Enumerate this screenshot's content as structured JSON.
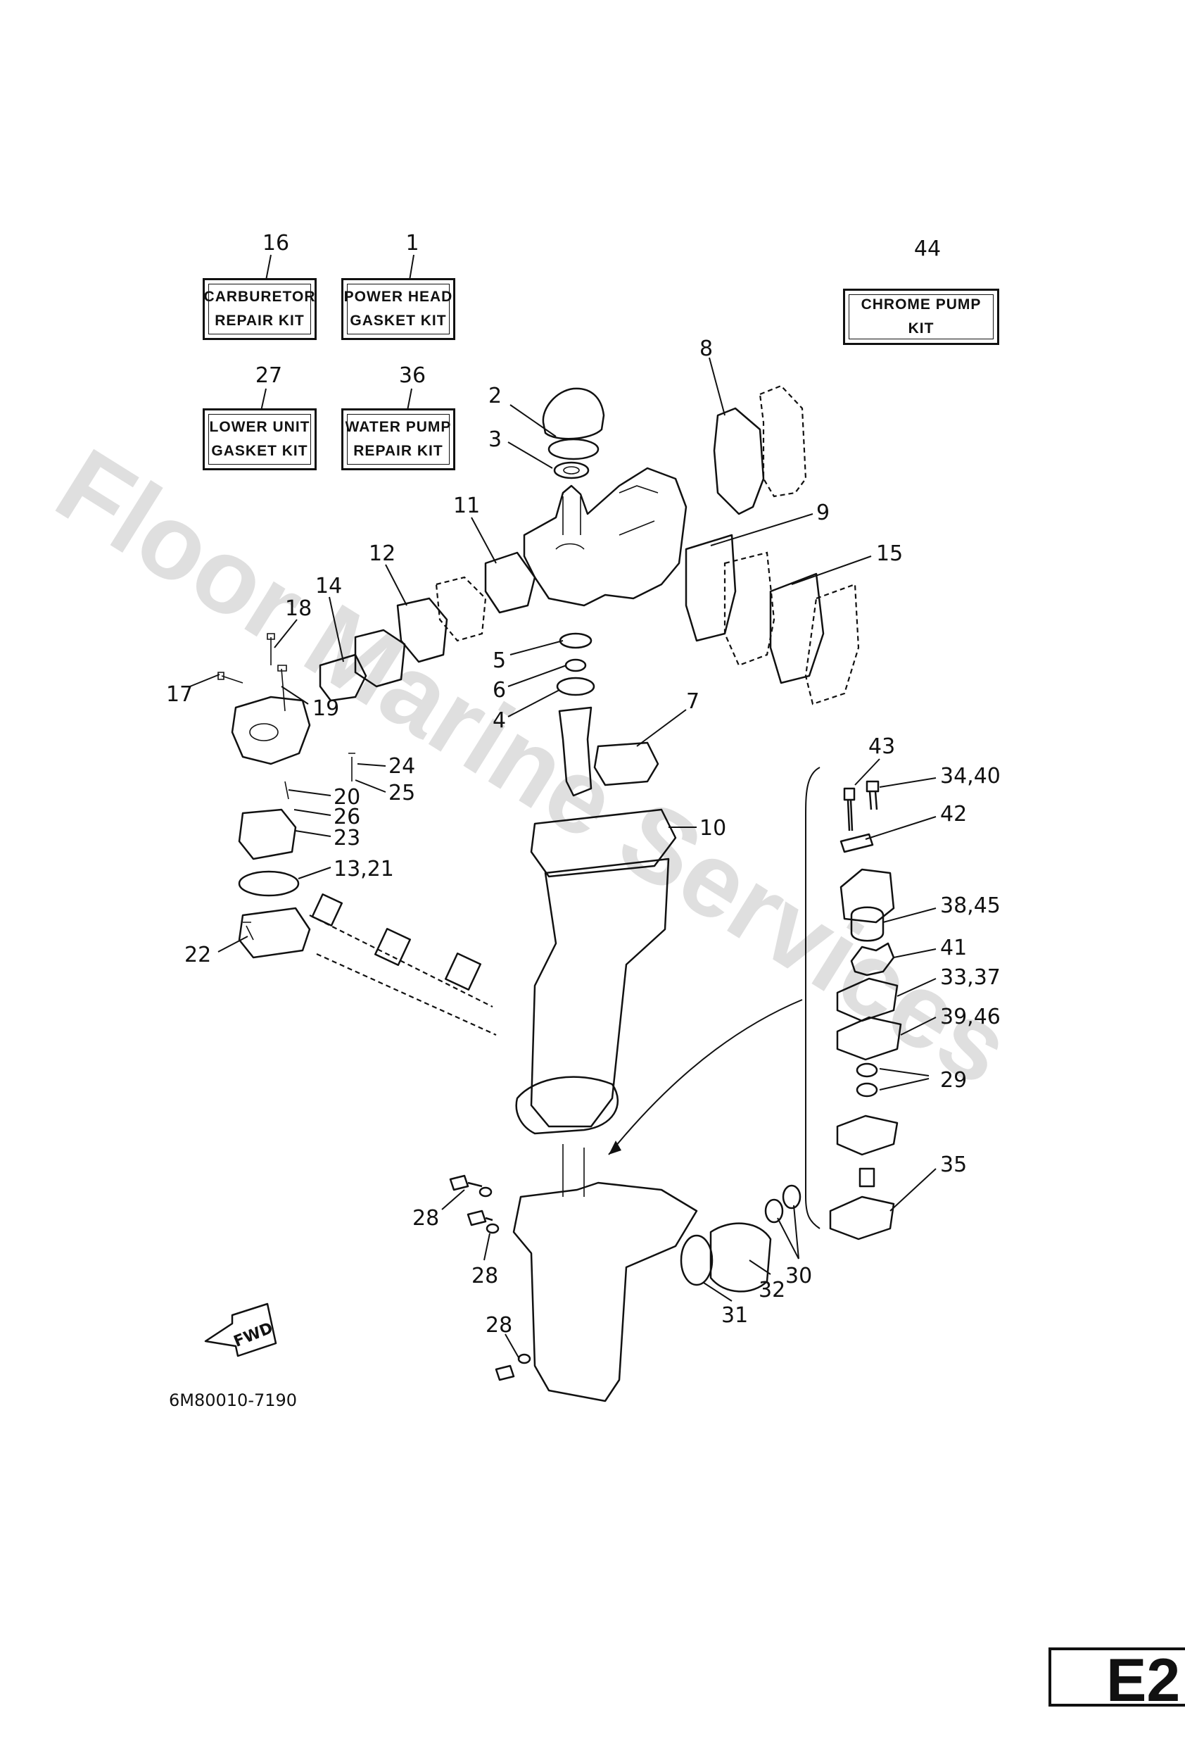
{
  "watermark": "Floor Marine Services",
  "reference_code": "6M80010-7190",
  "page_tab": "E2",
  "fwd_label": "FWD",
  "kits": [
    {
      "number": "16",
      "line1": "CARBURETOR",
      "line2": "REPAIR KIT"
    },
    {
      "number": "1",
      "line1": "POWER HEAD",
      "line2": "GASKET KIT"
    },
    {
      "number": "44",
      "line1": "CHROME PUMP",
      "line2": "KIT"
    },
    {
      "number": "27",
      "line1": "LOWER UNIT",
      "line2": "GASKET KIT"
    },
    {
      "number": "36",
      "line1": "WATER PUMP",
      "line2": "REPAIR KIT"
    }
  ],
  "callouts": {
    "c2": "2",
    "c3": "3",
    "c8": "8",
    "c9": "9",
    "c11": "11",
    "c12": "12",
    "c14": "14",
    "c15": "15",
    "c18": "18",
    "c17": "17",
    "c19": "19",
    "c5": "5",
    "c6": "6",
    "c4": "4",
    "c7": "7",
    "c24": "24",
    "c25": "25",
    "c20": "20",
    "c26": "26",
    "c23": "23",
    "c13_21": "13,21",
    "c10": "10",
    "c22": "22",
    "c43": "43",
    "c34_40": "34,40",
    "c42": "42",
    "c38_45": "38,45",
    "c41": "41",
    "c33_37": "33,37",
    "c39_46": "39,46",
    "c29": "29",
    "c35": "35",
    "c28a": "28",
    "c28b": "28",
    "c28c": "28",
    "c30": "30",
    "c31": "31",
    "c32": "32"
  }
}
